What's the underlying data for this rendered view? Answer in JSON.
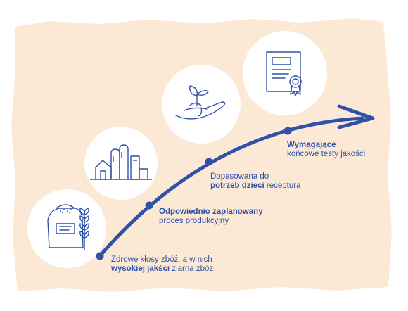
{
  "colors": {
    "background": "#fbe9d6",
    "circle": "#ffffff",
    "accent": "#2f52a8",
    "icon": "#2f52a8"
  },
  "steps": [
    {
      "icon": "grain-sack-wheat-icon",
      "line1": "Zdrowe kłosy zbóż, a w nich",
      "line2_bold": "wysokiej jakści",
      "line2_rest": " ziarna zbóż"
    },
    {
      "icon": "factory-icon",
      "line1_bold": "Odpowiednio zaplanowany",
      "line2": "proces produkcyjny"
    },
    {
      "icon": "hand-sprout-icon",
      "line1": "Dopasowana do",
      "line2_bold": "potrzeb dzieci",
      "line2_rest": " receptura"
    },
    {
      "icon": "certificate-icon",
      "line1_bold": "Wymagające",
      "line2": "końcowe testy jakości"
    }
  ]
}
